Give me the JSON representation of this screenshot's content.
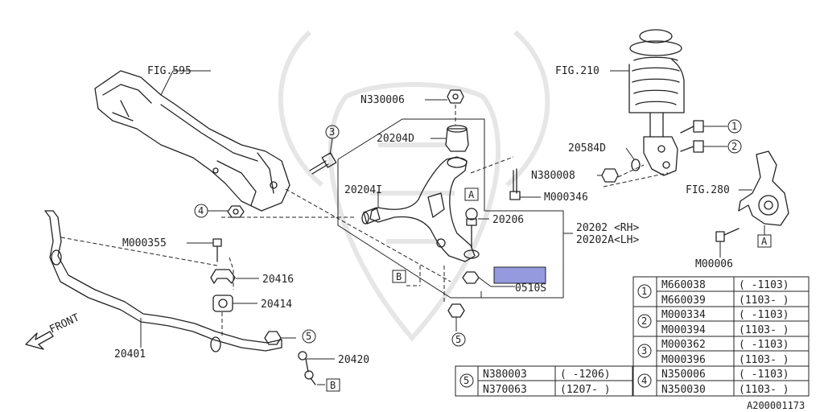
{
  "labels": {
    "fig595": "FIG.595",
    "fig210": "FIG.210",
    "fig280": "FIG.280",
    "n330006": "N330006",
    "p20204d": "20204D",
    "p20204i": "20204I",
    "p20206": "20206",
    "p20202rh": "20202 <RH>",
    "p20202lh": "20202A<LH>",
    "p20584d": "20584D",
    "n380008": "N380008",
    "m000346": "M000346",
    "m00006": "M00006",
    "m000355": "M000355",
    "p20416": "20416",
    "p20414": "20414",
    "p20401": "20401",
    "p20420": "20420",
    "p0510s": "0510S",
    "front": "FRONT",
    "ref_a": "A",
    "ref_b": "B",
    "c1": "1",
    "c2": "2",
    "c3": "3",
    "c4": "4",
    "c5": "5",
    "diagram_id": "A200001173"
  },
  "table_right": [
    {
      "num": "1",
      "rows": [
        [
          "M660038",
          "( -1103)"
        ],
        [
          "M660039",
          "(1103- )"
        ]
      ]
    },
    {
      "num": "2",
      "rows": [
        [
          "M000334",
          "( -1103)"
        ],
        [
          "M000394",
          "(1103- )"
        ]
      ]
    },
    {
      "num": "3",
      "rows": [
        [
          "M000362",
          "( -1103)"
        ],
        [
          "M000396",
          "(1103- )"
        ]
      ]
    },
    {
      "num": "4",
      "rows": [
        [
          "N350006",
          "( -1103)"
        ],
        [
          "N350030",
          "(1103- )"
        ]
      ]
    }
  ],
  "table_left": [
    {
      "num": "5",
      "rows": [
        [
          "N380003",
          "( -1206)"
        ],
        [
          "N370063",
          "(1207- )"
        ]
      ]
    }
  ],
  "colors": {
    "highlight": "#7b7fd6",
    "line": "#222222"
  }
}
